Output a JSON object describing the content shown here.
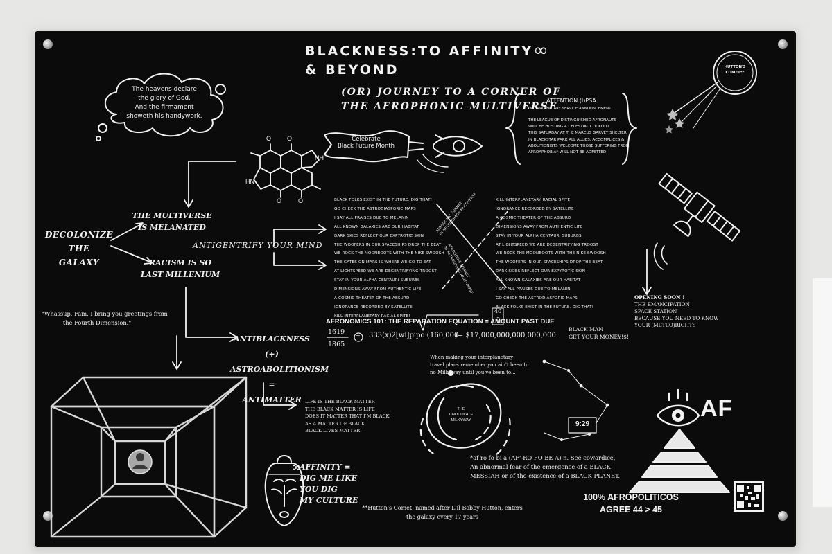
{
  "title_line1": "BLACKNESS:TO AFFINITY",
  "title_infinity": "∞",
  "title_line2": "& BEYOND",
  "subtitle_line1": "(OR) JOURNEY TO A CORNER OF",
  "subtitle_line2": "THE AFROPHONIC MULTIVERSE",
  "cloud_text": [
    "The heavens declare",
    "the glory of God,",
    "And the firmament",
    "showeth his handywork."
  ],
  "banner_text": [
    "Celebrate",
    "Black Future Month"
  ],
  "psa": {
    "heading": "ATTENTION (I)PSA",
    "subheading": "INTERPLANETARY SERVICE ANNOUNCEMENT",
    "body": [
      "THE LEAGUE OF DISTINGUISHED AFRONAUTS",
      "WILL BE HOSTING A CELESTIAL COOKOUT",
      "THIS SATURDAY AT THE MARCUS GARVEY SHELTER",
      "IN BLACKSTAR PARK ALL ALLIES, ACCOMPLICES &",
      "ABOLITIONISTS WELCOME THOSE SUFFERING FROM",
      "AFROAPHOBIA* WILL NOT BE ADMITTED"
    ]
  },
  "comet_label": [
    "HUTTON'S",
    "COMET**"
  ],
  "decolonize": [
    "DECOLONIZE",
    "THE",
    "GALAXY"
  ],
  "multiverse": [
    "THE MULTIVERSE",
    "IS MELANATED"
  ],
  "racism": [
    "RACISM IS SO",
    "LAST MILLENIUM"
  ],
  "antigentrify": "ANTIGENTRIFY YOUR MIND",
  "poem_left": [
    "BLACK FOLKS EXIST IN THE FUTURE. DIG THAT!",
    "GO CHECK THE ASTRODIASPORIC MAPS",
    "I SAY ALL PRAISES DUE TO MELANIN",
    "ALL KNOWN GALAXIES ARE OUR HABITAT",
    "DARK SKIES REFLECT OUR EXPYROTIC SKIN",
    "THE WOOFERS IN OUR SPACESHIPS DROP THE BEAT",
    "WE ROCK THE MOONBOOTS WITH THE NIKE SWOOSH",
    "THE GATES ON MARS IS WHERE WE GO TO EAT",
    "AT LIGHTSPEED WE ARE DEGENTRIFYING TROOST",
    "STAY IN YOUR ALPHA CENTAURI SUBURBS",
    "DIMENSIONS AWAY FROM AUTHENTIC LIFE",
    "A COSMIC THEATER OF THE ABSURD",
    "IGNORANCE RECORDED BY SATELLITE",
    "KILL INTERPLANETARY RACIAL SPITE!"
  ],
  "poem_right": [
    "KILL INTERPLANETARY RACIAL SPITE!",
    "IGNORANCE RECORDED BY SATELLITE",
    "A COSMIC THEATER OF THE ABSURD",
    "DIMENSIONS AWAY FROM AUTHENTIC LIFE",
    "STAY IN YOUR ALPHA CENTAURI SUBURBS",
    "AT LIGHTSPEED WE ARE DEGENTRIFYING TROOST",
    "WE ROCK THE MOONBOOTS WITH THE NIKE SWOOSH",
    "THE WOOFERS IN OUR SPACESHIPS DROP THE BEAT",
    "DARK SKIES REFLECT OUR EXPYROTIC SKIN",
    "ALL KNOWN GALAXIES ARE OUR HABITAT",
    "I SAY ALL PRAISES DUE TO MELANIN",
    "GO CHECK THE ASTRODIASPORIC MAPS",
    "BLACK FOLKS EXIST IN THE FUTURE. DIG THAT!"
  ],
  "sonnet_labels": [
    "AFROGONIC SONNET",
    "IN RETROGRADE MULTIVERSE",
    "AFROGONIC SONNET",
    "IN RETROGRADE MULTIVERSE"
  ],
  "opening_soon": [
    "OPENING SOON !",
    "THE EMANCIPATION",
    "SPACE STATION",
    "BECAUSE YOU NEED TO KNOW",
    "YOUR (METEO)RIGHTS"
  ],
  "whassup": [
    "\"Whassup, Fam, I bring you greetings from",
    "the Fourth Dimension.\""
  ],
  "equation": {
    "heading": "AFRONOMICS 101: THE REPARATION EQUATION = AMOUNT PAST DUE",
    "frac_top": "1619",
    "frac_bottom": "1865",
    "plus": "+",
    "middle": "333(x)2[wi]pipo (",
    "sqrt_value": "160,000",
    "result": ")= $17,000,000,000,000,000",
    "black_man": [
      "BLACK MAN",
      "GET YOUR MONEY!$!"
    ],
    "superscript": "40",
    "subscript": "a"
  },
  "antiblackness": [
    "ANTIBLACKNESS",
    "(+)",
    "ASTROABOLITIONISM",
    "=",
    "ANTIMATTER"
  ],
  "life_matter": [
    "LIFE IS THE BLACK MATTER",
    "THE BLACK MATTER IS LIFE",
    "DOES IT MATTER THAT I'M BLACK",
    "AS A MATTER OF BLACK",
    "BLACK LIVES MATTER!"
  ],
  "milkyway_note": [
    "When making your interplanetary",
    "travel plans remember you ain't been to",
    "no Milkyway until you've been to..."
  ],
  "milkyway_label": [
    "THE",
    "CHOCOLATE",
    "MILKYWAY"
  ],
  "constellation_label": "9:29",
  "af_logo": "AF",
  "affinity": [
    "AFFINITY =",
    "DIG ME LIKE",
    "YOU DIG",
    "MY CULTURE"
  ],
  "affinity_symbol": "∞",
  "definition": [
    "*af ro fo bi a (AF'-RO FO BE A) n. See cowardice,",
    "An abnormal fear of the emergence of a BLACK",
    "MESSIAH or of the existence of a BLACK PLANET."
  ],
  "comet_footnote": [
    "**Hutton's Comet, named after L'il Bobby Hutton, enters",
    "the galaxy every 17 years"
  ],
  "afropoliticos": [
    "100% AFROPOLITICOS",
    "AGREE 44 > 45"
  ],
  "molecule_atoms": [
    "O",
    "O",
    "NH",
    "HN",
    "O",
    "O"
  ],
  "colors": {
    "panel": "#0b0b0b",
    "ink": "#f2f2f2",
    "wall": "#e7e7e5",
    "metal": "#9a9a9a"
  },
  "icons": [
    "rocket-icon",
    "satellite-icon",
    "comet-icon",
    "eye-pyramid-icon",
    "african-mask-icon",
    "qr-code-icon",
    "tesseract-icon",
    "galaxy-icon",
    "constellation-icon",
    "molecule-icon",
    "cloud-icon"
  ]
}
